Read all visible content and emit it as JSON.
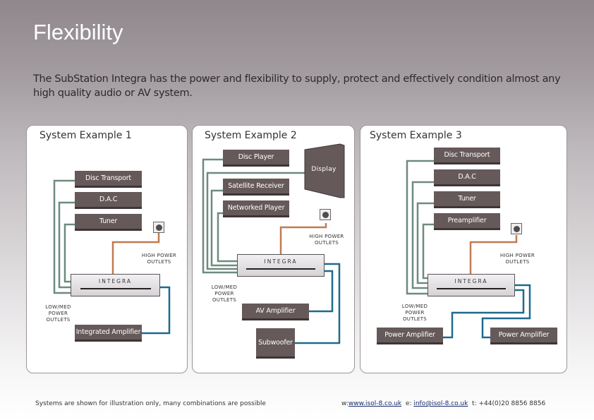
{
  "title": "Flexibility",
  "intro": "The SubStation Integra has the power and flexibility to supply, protect and effectively condition almost any high quality audio or AV system.",
  "labels": {
    "integra": "INTEGRA",
    "high_power": "HIGH POWER OUTLETS",
    "low_med": "LOW/MED POWER OUTLETS"
  },
  "examples": [
    {
      "title": "System Example 1",
      "devices": [
        "Disc Transport",
        "D.A.C",
        "Tuner",
        "Integrated Amplifier"
      ]
    },
    {
      "title": "System Example 2",
      "devices": [
        "Disc Player",
        "Display",
        "Satellite Receiver",
        "Networked Player",
        "AV Amplifier",
        "Subwoofer"
      ]
    },
    {
      "title": "System Example 3",
      "devices": [
        "Disc Transport",
        "D.A.C",
        "Tuner",
        "Preamplifier",
        "Power Amplifier",
        "Power Amplifier"
      ]
    }
  ],
  "footer": {
    "note": "Systems are shown for illustration only, many combinations are possible",
    "w_label": "w:",
    "website": "www.isol-8.co.uk",
    "e_label": "e:",
    "email": "info@isol-8.co.uk",
    "t_label": "t:",
    "phone": "+44(0)20 8856 8856"
  },
  "colors": {
    "low_wire": "#6e8a7f",
    "high_wire": "#c07a52",
    "out_wire": "#1e6a8e",
    "device": "#66595a"
  }
}
